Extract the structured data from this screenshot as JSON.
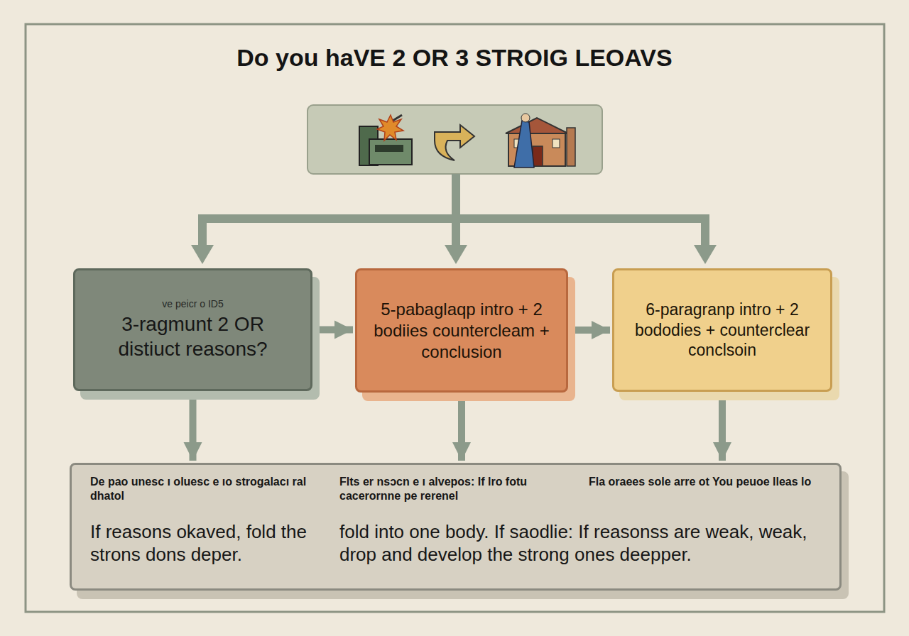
{
  "diagram": {
    "title": "Do you haVE 2 OR 3 STROIG LEOAVS",
    "nodes": [
      {
        "text": [
          "ve peicr o ID5",
          "3-ragmunt 2 OR distiuct reasons?"
        ]
      },
      {
        "text": [
          "5-pabaglaqp intro + 2 bodiies countercleam + conclusion"
        ]
      },
      {
        "text": [
          "6-paragranp intro + 2 bododies + counterclear conclsoin"
        ]
      },
      {
        "text": [
          "De pao unesc ı oluesc e ıo strogalacı ral dhatol",
          "If reasons okaved, fold the strons dons deper.",
          "Flts er nsɔcn e ı alvepos: If lro fotu cacerornne pe rerenel",
          "Fla oraees sole arre ot You peuoe lleas lo",
          "fold into one body. If saodlie:  If reasonss are weak, weak, drop and develop the strong ones deepper."
        ]
      }
    ],
    "edges": [
      {
        "from": 0,
        "to": 1,
        "arrow": "to"
      },
      {
        "from": 1,
        "to": 2,
        "arrow": "to"
      },
      {
        "from": 0,
        "to": 3,
        "arrow": "to"
      },
      {
        "from": 1,
        "to": 3,
        "arrow": "to"
      },
      {
        "from": 2,
        "to": 3,
        "arrow": "to"
      }
    ]
  }
}
